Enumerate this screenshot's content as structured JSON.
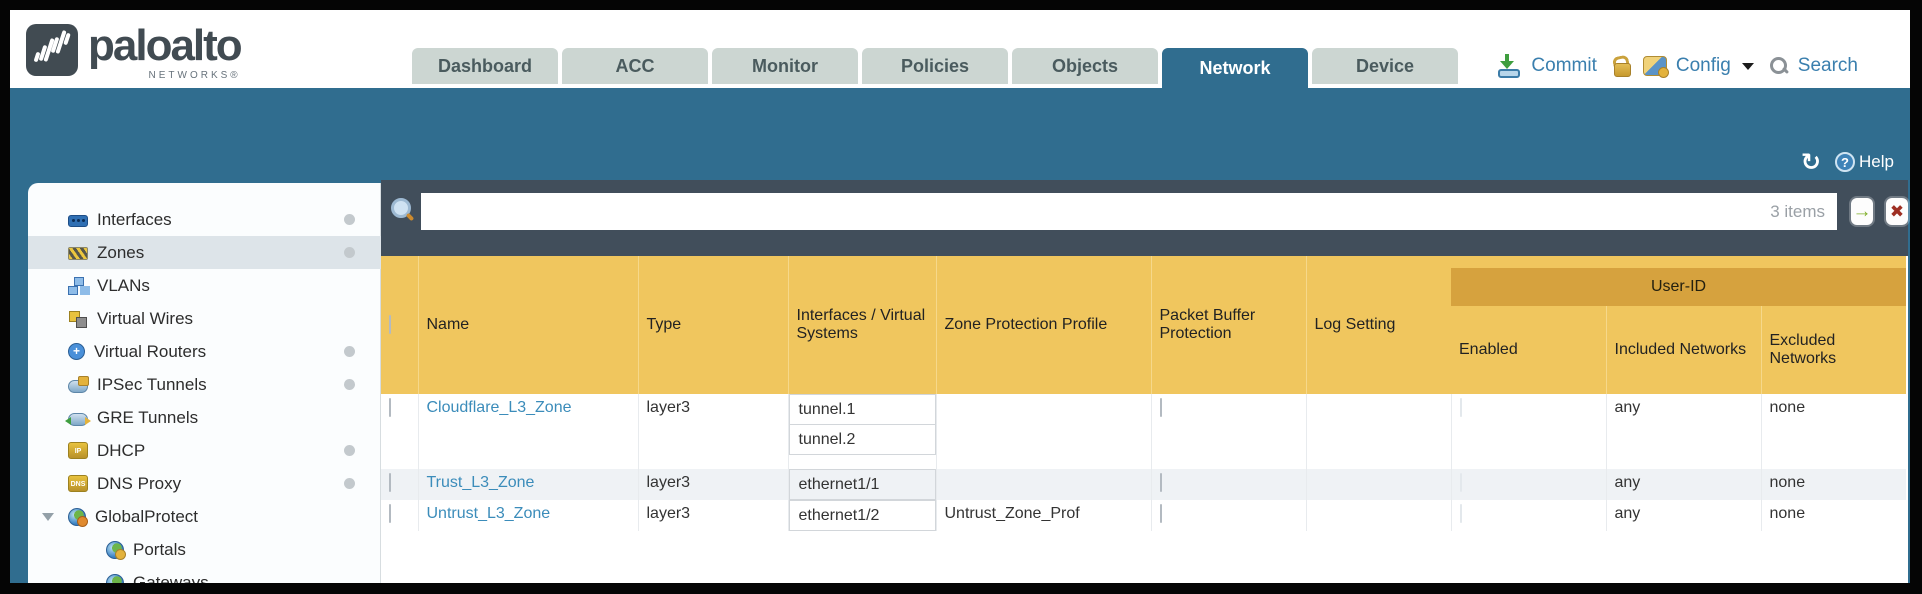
{
  "colors": {
    "teal_band": "#306d8f",
    "slate_filterbar": "#414e5b",
    "amber_header": "#f0c65e",
    "amber_group_band": "#d6a23e",
    "tab_inactive_bg": "#ccd6d2",
    "link_blue": "#3b8cba",
    "row_stripe": "#eff2f5"
  },
  "header": {
    "brand": "paloalto",
    "brand_sub": "NETWORKS®",
    "tabs": [
      {
        "label": "Dashboard",
        "active": false
      },
      {
        "label": "ACC",
        "active": false
      },
      {
        "label": "Monitor",
        "active": false
      },
      {
        "label": "Policies",
        "active": false
      },
      {
        "label": "Objects",
        "active": false
      },
      {
        "label": "Network",
        "active": true
      },
      {
        "label": "Device",
        "active": false
      }
    ],
    "actions": {
      "commit": "Commit",
      "config": "Config",
      "search": "Search"
    }
  },
  "toolbar": {
    "help": "Help"
  },
  "sidebar": {
    "items": [
      {
        "label": "Interfaces",
        "icon": "interfaces-icon",
        "dot": true
      },
      {
        "label": "Zones",
        "icon": "zones-icon",
        "dot": true,
        "selected": true
      },
      {
        "label": "VLANs",
        "icon": "vlans-icon",
        "dot": false
      },
      {
        "label": "Virtual Wires",
        "icon": "virtual-wires-icon",
        "dot": false
      },
      {
        "label": "Virtual Routers",
        "icon": "virtual-routers-icon",
        "dot": true
      },
      {
        "label": "IPSec Tunnels",
        "icon": "ipsec-tunnels-icon",
        "dot": true
      },
      {
        "label": "GRE Tunnels",
        "icon": "gre-tunnels-icon",
        "dot": false
      },
      {
        "label": "DHCP",
        "icon": "dhcp-icon",
        "glyph": "IP",
        "dot": true
      },
      {
        "label": "DNS Proxy",
        "icon": "dns-proxy-icon",
        "glyph": "DNS",
        "dot": true
      },
      {
        "label": "GlobalProtect",
        "icon": "globalprotect-icon",
        "dot": false,
        "expanded": true
      },
      {
        "label": "Portals",
        "icon": "portals-icon",
        "dot": false,
        "indent": true
      },
      {
        "label": "Gateways",
        "icon": "gateways-icon",
        "dot": false,
        "indent": true
      }
    ]
  },
  "filterbar": {
    "value": "",
    "count": "3 items"
  },
  "table": {
    "group_header": "User-ID",
    "columns": [
      "Name",
      "Type",
      "Interfaces / Virtual Systems",
      "Zone Protection Profile",
      "Packet Buffer Protection",
      "Log Setting",
      "Enabled",
      "Included Networks",
      "Excluded Networks"
    ],
    "rows": [
      {
        "name": "Cloudflare_L3_Zone",
        "type": "layer3",
        "interfaces": [
          "tunnel.1",
          "tunnel.2"
        ],
        "zone_protection_profile": "",
        "packet_buffer_protection": false,
        "log_setting": "",
        "user_id_enabled": false,
        "included_networks": "any",
        "excluded_networks": "none"
      },
      {
        "name": "Trust_L3_Zone",
        "type": "layer3",
        "interfaces": [
          "ethernet1/1"
        ],
        "zone_protection_profile": "",
        "packet_buffer_protection": false,
        "log_setting": "",
        "user_id_enabled": false,
        "included_networks": "any",
        "excluded_networks": "none"
      },
      {
        "name": "Untrust_L3_Zone",
        "type": "layer3",
        "interfaces": [
          "ethernet1/2"
        ],
        "zone_protection_profile": "Untrust_Zone_Prof",
        "packet_buffer_protection": false,
        "log_setting": "",
        "user_id_enabled": false,
        "included_networks": "any",
        "excluded_networks": "none"
      }
    ]
  }
}
